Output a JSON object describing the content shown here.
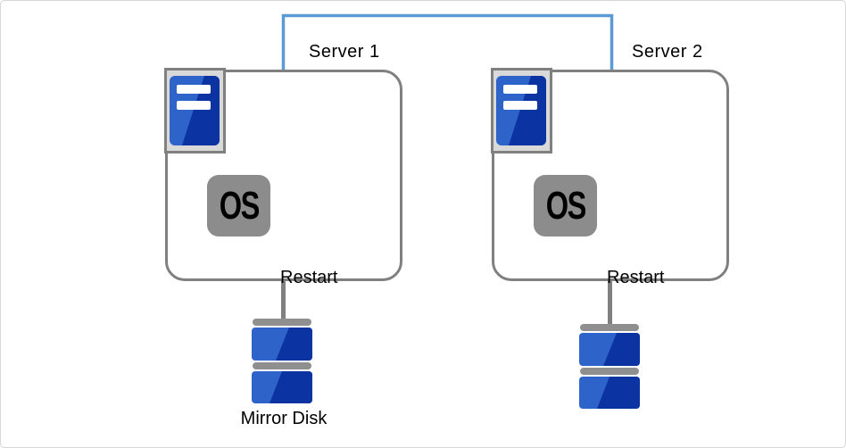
{
  "diagram": {
    "servers": [
      {
        "name": "Server 1",
        "os_badge_label": "OS",
        "action_label": "Restart"
      },
      {
        "name": "Server 2",
        "os_badge_label": "OS",
        "action_label": "Restart"
      }
    ],
    "mirror_disk": {
      "label": "Mirror Disk"
    },
    "colors": {
      "interconnect_blue": "#5B9BD5",
      "box_outline_gray": "#808080",
      "os_badge_gray": "#8C8C8C",
      "icon_tray_gray": "#D9D9D9",
      "disk_cap_gray": "#8F8F8F",
      "icon_blue_light": "#2E63C9",
      "icon_blue_dark": "#0B34A2",
      "text_color": "#000000"
    }
  }
}
